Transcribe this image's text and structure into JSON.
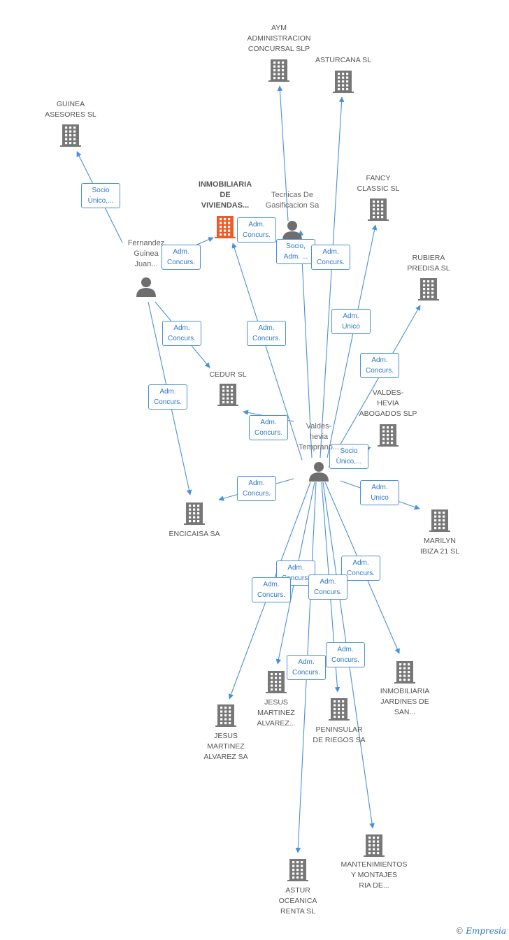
{
  "colors": {
    "edge": "#4a90d9",
    "building": "#777777",
    "building_main": "#f05a28",
    "person": "#6e6e6e",
    "badge_text": "#2e78c8"
  },
  "icons": {
    "company": "building-icon",
    "person": "person-icon"
  },
  "nodes": [
    {
      "id": "aym",
      "kind": "company",
      "label": "AYM\nADMINISTRACION\nCONCURSAL  SLP"
    },
    {
      "id": "asturcana",
      "kind": "company",
      "label": "ASTURCANA SL"
    },
    {
      "id": "guinea",
      "kind": "company",
      "label": "GUINEA\nASESORES SL"
    },
    {
      "id": "inmob",
      "kind": "company",
      "main": true,
      "label": "INMOBILIARIA\nDE\nVIVIENDAS..."
    },
    {
      "id": "tecnicas",
      "kind": "person",
      "label": "Tecnicas De\nGasificacion Sa"
    },
    {
      "id": "fancy",
      "kind": "company",
      "label": "FANCY\nCLASSIC SL"
    },
    {
      "id": "fernandez",
      "kind": "person",
      "label": "Fernandez\nGuinea\nJuan..."
    },
    {
      "id": "rubiera",
      "kind": "company",
      "label": "RUBIERA\nPREDISA SL"
    },
    {
      "id": "cedur",
      "kind": "company",
      "label": "CEDUR SL"
    },
    {
      "id": "valdeshevia_slp",
      "kind": "company",
      "label": "VALDES-\nHEVIA\nABOGADOS SLP"
    },
    {
      "id": "valdes",
      "kind": "person",
      "label": "Valdes-\nhevia\nTemprano..."
    },
    {
      "id": "encicaisa",
      "kind": "company",
      "label": "ENCICAISA SA"
    },
    {
      "id": "marilyn",
      "kind": "company",
      "label": "MARILYN\nIBIZA 21 SL"
    },
    {
      "id": "jardines",
      "kind": "company",
      "label": "INMOBILIARIA\nJARDINES DE\nSAN..."
    },
    {
      "id": "jesus2",
      "kind": "company",
      "label": "JESUS\nMARTINEZ\nALVAREZ..."
    },
    {
      "id": "jesus1",
      "kind": "company",
      "label": "JESUS\nMARTINEZ\nALVAREZ SA"
    },
    {
      "id": "peninsular",
      "kind": "company",
      "label": "PENINSULAR\nDE RIEGOS SA"
    },
    {
      "id": "mantenimientos",
      "kind": "company",
      "label": "MANTENIMIENTOS\nY MONTAJES\nRIA DE..."
    },
    {
      "id": "astur",
      "kind": "company",
      "label": "ASTUR\nOCEANICA\nRENTA SL"
    }
  ],
  "edges": [
    {
      "from": "fernandez",
      "to": "guinea",
      "label": "Socio\nÚnico,..."
    },
    {
      "from": "fernandez",
      "to": "cedur",
      "label": "Adm.\nConcurs."
    },
    {
      "from": "fernandez",
      "to": "encicaisa",
      "label": "Adm.\nConcurs."
    },
    {
      "from": "tecnicas",
      "to": "inmob",
      "label": "Adm.\nConcurs."
    },
    {
      "from": "tecnicas",
      "to": "aym",
      "label": "Socio,\nAdm. ..."
    },
    {
      "from": "fernandez",
      "to": "inmob",
      "label": "Adm.\nConcurs."
    },
    {
      "from": "valdes",
      "to": "aym",
      "label": ""
    },
    {
      "from": "valdes",
      "to": "asturcana",
      "label": "Adm.\nConcurs."
    },
    {
      "from": "valdes",
      "to": "inmob",
      "label": "Adm.\nConcurs."
    },
    {
      "from": "valdes",
      "to": "fancy",
      "label": "Adm.\nUnico"
    },
    {
      "from": "valdes",
      "to": "rubiera",
      "label": "Adm.\nConcurs."
    },
    {
      "from": "valdes",
      "to": "cedur",
      "label": "Adm.\nConcurs."
    },
    {
      "from": "valdes",
      "to": "valdeshevia_slp",
      "label": "Socio\nÚnico,..."
    },
    {
      "from": "valdes",
      "to": "encicaisa",
      "label": "Adm.\nConcurs."
    },
    {
      "from": "valdes",
      "to": "marilyn",
      "label": "Adm.\nUnico"
    },
    {
      "from": "valdes",
      "to": "jardines",
      "label": "Adm.\nConcurs."
    },
    {
      "from": "valdes",
      "to": "jesus2",
      "label": "Adm.\nConcurs."
    },
    {
      "from": "valdes",
      "to": "jesus1",
      "label": "Adm.\nConcurs."
    },
    {
      "from": "valdes",
      "to": "peninsular",
      "label": "Adm.\nConcurs."
    },
    {
      "from": "valdes",
      "to": "mantenimientos",
      "label": "Adm.\nConcurs."
    },
    {
      "from": "valdes",
      "to": "astur",
      "label": "Adm.\nConcurs."
    }
  ],
  "watermark": {
    "copyright": "©",
    "brand": "Empresia"
  }
}
